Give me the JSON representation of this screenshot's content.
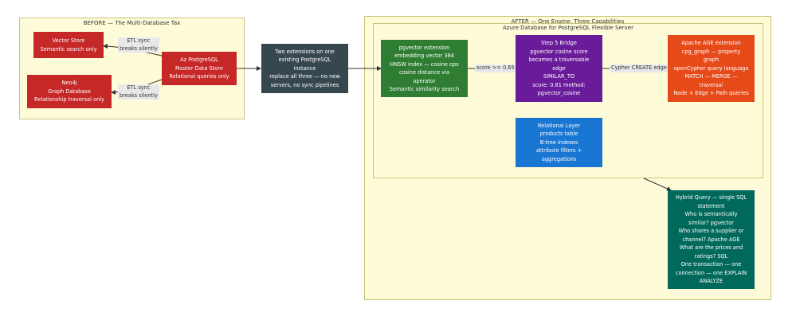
{
  "clusters": {
    "before": {
      "title": "BEFORE — The Multi-Database Tax"
    },
    "after": {
      "title": "AFTER — One Engine, Three Capabilities"
    },
    "azure": {
      "title": "Azure Database for PostgreSQL Flexible Server"
    }
  },
  "nodes": {
    "vector_store": {
      "lines": [
        "Vector Store",
        "Semantic search only"
      ],
      "color": "#c62828"
    },
    "neo4j": {
      "lines": [
        "Neo4j",
        "Graph Database",
        "Relationship traversal only"
      ],
      "color": "#c62828"
    },
    "az_postgres": {
      "lines": [
        "Az PostgreSQL",
        "Master Data Store",
        "Relational queries only"
      ],
      "color": "#c62828"
    },
    "two_extensions": {
      "lines": [
        "Two extensions on one",
        "existing PostgreSQL",
        "instance",
        "replace all three — no new",
        "servers, no sync pipelines"
      ],
      "color": "#37474f"
    },
    "pgvector_ext": {
      "lines": [
        "pgvector extension",
        "embedding vector 384",
        "HNSW index — cosine ops",
        "cosine distance via",
        "operator",
        "Semantic similarity search"
      ],
      "color": "#2e7d32"
    },
    "step5_bridge": {
      "lines": [
        "Step 5 Bridge",
        "pgvector cosine score",
        "becomes a traversable",
        "edge",
        "SIMILAR_TO",
        "score: 0.81  method:",
        "pgvector_cosine"
      ],
      "color": "#6a1b9a"
    },
    "apache_age": {
      "lines": [
        "Apache AGE extension",
        "cpg_graph — property",
        "graph",
        "openCypher query language",
        "MATCH — MERGE —",
        "traversal",
        "Node + Edge + Path queries"
      ],
      "color": "#e64a19"
    },
    "relational_layer": {
      "lines": [
        "Relational Layer",
        "products table",
        "B-tree indexes",
        "attribute filters +",
        "aggregations"
      ],
      "color": "#1976d2"
    },
    "hybrid_query": {
      "lines": [
        "Hybrid Query — single SQL",
        "statement",
        "Who is semantically",
        "similar? pgvector",
        "Who shares a supplier or",
        "channel? Apache AGE",
        "What are the prices and",
        "ratings? SQL",
        "One transaction — one",
        "connection — one EXPLAIN",
        "ANALYZE"
      ],
      "color": "#00695c"
    }
  },
  "edge_labels": {
    "etl_top": [
      "ETL sync",
      "breaks silently"
    ],
    "etl_bottom": [
      "ETL sync",
      "breaks silently"
    ],
    "score": [
      "score >= 0.65"
    ],
    "cypher": [
      "Cypher CREATE edge"
    ]
  }
}
